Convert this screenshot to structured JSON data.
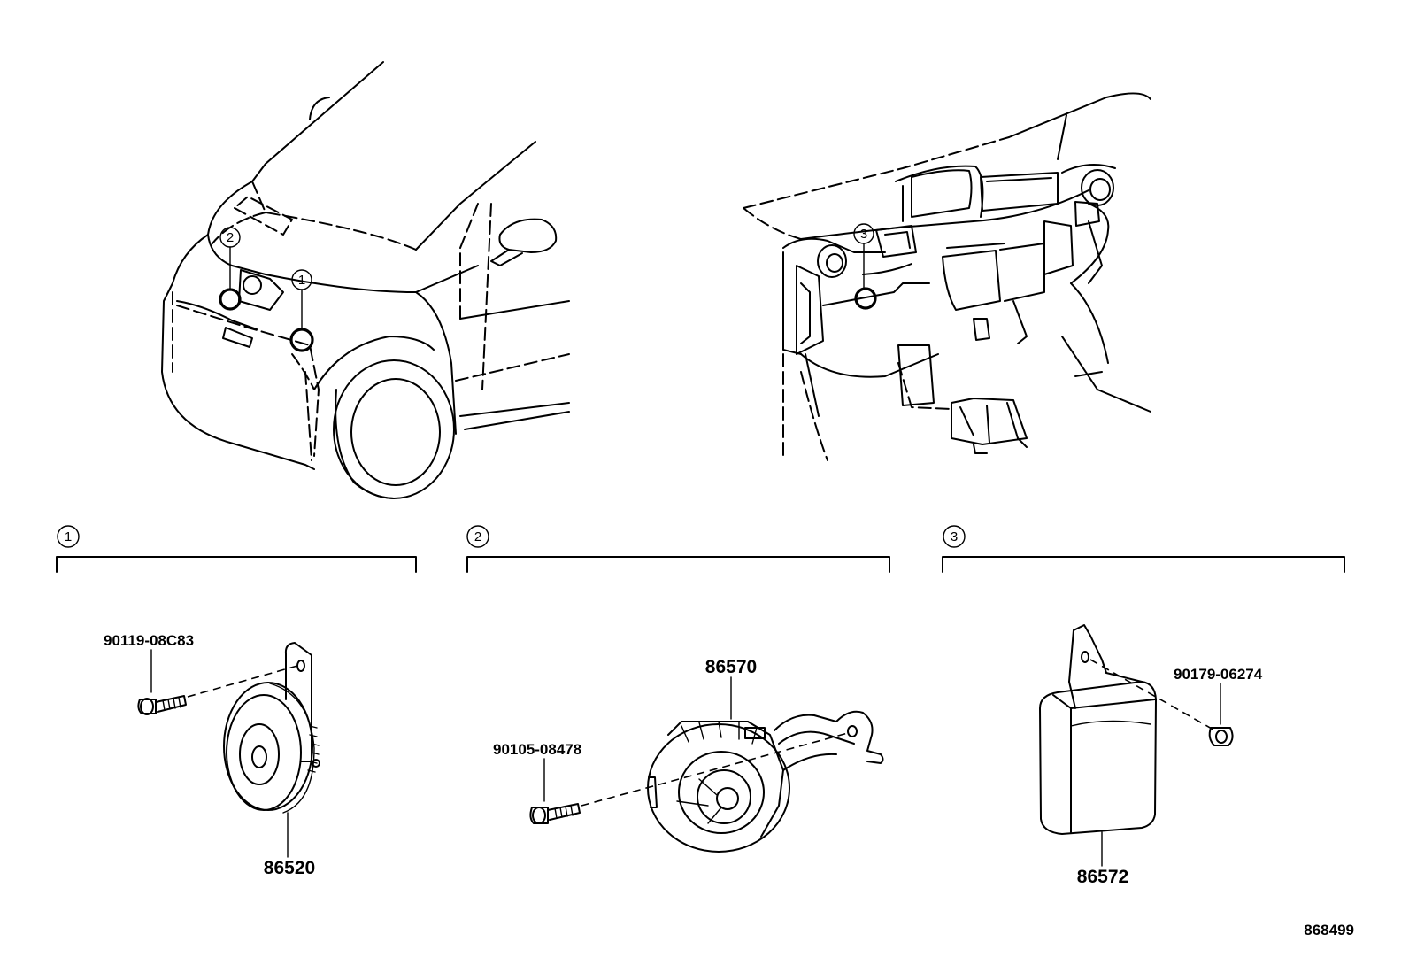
{
  "callouts": {
    "c1": "1",
    "c2": "2",
    "c3": "3"
  },
  "sections": [
    {
      "index": "1",
      "parts": {
        "bolt": "90119-08C83",
        "horn": "86520"
      }
    },
    {
      "index": "2",
      "parts": {
        "bolt": "90105-08478",
        "horn": "86570"
      }
    },
    {
      "index": "3",
      "parts": {
        "nut": "90179-06274",
        "unit": "86572"
      }
    }
  ],
  "figure_ref": "868499"
}
